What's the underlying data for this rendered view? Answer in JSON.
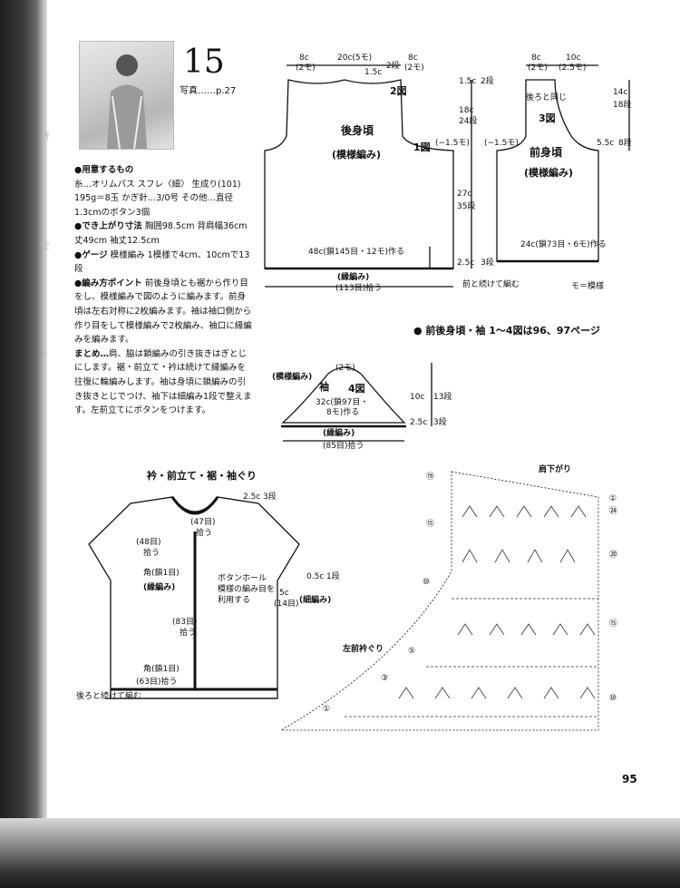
{
  "pattern_number": "15",
  "photo_ref": "写真……p.27",
  "instructions": [
    {
      "heading": "●用意するもの",
      "text": "糸…オリムパス スフレ〈細〉 生成り(101) 195g＝8玉 かぎ針…3/0号 その他…直径1.3cmのボタン3個"
    },
    {
      "heading": "●でき上がり寸法",
      "text": "胸囲98.5cm 背肩幅36cm 丈49cm 袖丈12.5cm"
    },
    {
      "heading": "●ゲージ",
      "text": "模様編み 1模様で4cm、10cmで13段"
    },
    {
      "heading": "●編み方ポイント",
      "text": "前後身頃とも裾から作り目をし、模様編みで図のように編みます。前身頃は左右対称に2枚編みます。袖は袖口側から作り目をして模様編みで2枚編み、袖口に縁編みを編みます。"
    },
    {
      "heading": "まとめ…",
      "text": "肩、脇は鎖編みの引き抜きはぎとじにします。裾・前立て・衿は続けて縁編みを往復に輪編みします。袖は身頃に鎖編みの引き抜きとじでつけ、袖下は細編み1段で整えます。左前立てにボタンをつけます。"
    }
  ],
  "back": {
    "top_dims": [
      "8c",
      "(2モ)",
      "20c(5モ)",
      "8c",
      "(2モ)"
    ],
    "neck": "1.5c",
    "neck_rows": "2段",
    "fig": "2図",
    "fig1": "1図",
    "title": "後身頃",
    "subtitle": "(模様編み)",
    "armhole_dec": "(−1.5モ)",
    "side_dims": [
      "1.5c",
      "2段",
      "18c",
      "24段",
      "27c",
      "35段",
      "2.5c",
      "3段"
    ],
    "cast_on": "48c(鎖145目・12モ)作る",
    "edge": "(縁編み)",
    "pickup": "(113目)拾う",
    "continue": "前と続けて編む"
  },
  "front": {
    "top_dims": [
      "8c",
      "(2モ)",
      "10c",
      "(2.5モ)"
    ],
    "neck_note": "後ろと同じ",
    "fig": "3図",
    "title": "前身頃",
    "subtitle": "(模様編み)",
    "armhole_dec": "(−1.5モ)",
    "side_dims": [
      "14c",
      "18段",
      "5.5c",
      "8段"
    ],
    "cast_on": "24c(鎖73目・6モ)作る",
    "legend": "モ＝模様"
  },
  "ref_note": "● 前後身頃・袖 1～4図は96、97ページ",
  "sleeve": {
    "pattern_label": "(模様編み)",
    "top": "(2モ)",
    "title": "袖",
    "fig": "4図",
    "cast_on": [
      "32c(鎖97目・",
      "8モ)作る"
    ],
    "edge": "(縁編み)",
    "pickup": "(85目)拾う",
    "dims": [
      "10c",
      "13段",
      "2.5c",
      "3段"
    ]
  },
  "finishing": {
    "title": "衿・前立て・裾・袖ぐり",
    "collar_dim": "2.5c",
    "collar_rows": "3段",
    "pick47": [
      "(47目)",
      "拾う"
    ],
    "pick48": [
      "(48目)",
      "拾う"
    ],
    "corner": "角(鎖1目)",
    "edge": "(縁編み)",
    "buttonhole": [
      "ボタンホール",
      "模様の編み目を",
      "利用する"
    ],
    "armhole_dim": "0.5c",
    "armhole_rows": "1段",
    "armhole_sc": [
      "5c",
      "(14目)",
      "(細編み)"
    ],
    "pick83": [
      "(83目)",
      "拾う"
    ],
    "corner2": "角(鎖1目)",
    "pick63": "(63目)拾う",
    "continue": "後ろと続けて編む"
  },
  "chart": {
    "shoulder": "肩下がり",
    "neckline": "左前衿ぐり",
    "row_nums": [
      "⑲",
      "⑮",
      "⑩",
      "⑤",
      "③",
      "①"
    ],
    "right_nums": [
      "①",
      "㉔",
      "⑳",
      "⑮",
      "⑩"
    ]
  },
  "page_number": "95"
}
